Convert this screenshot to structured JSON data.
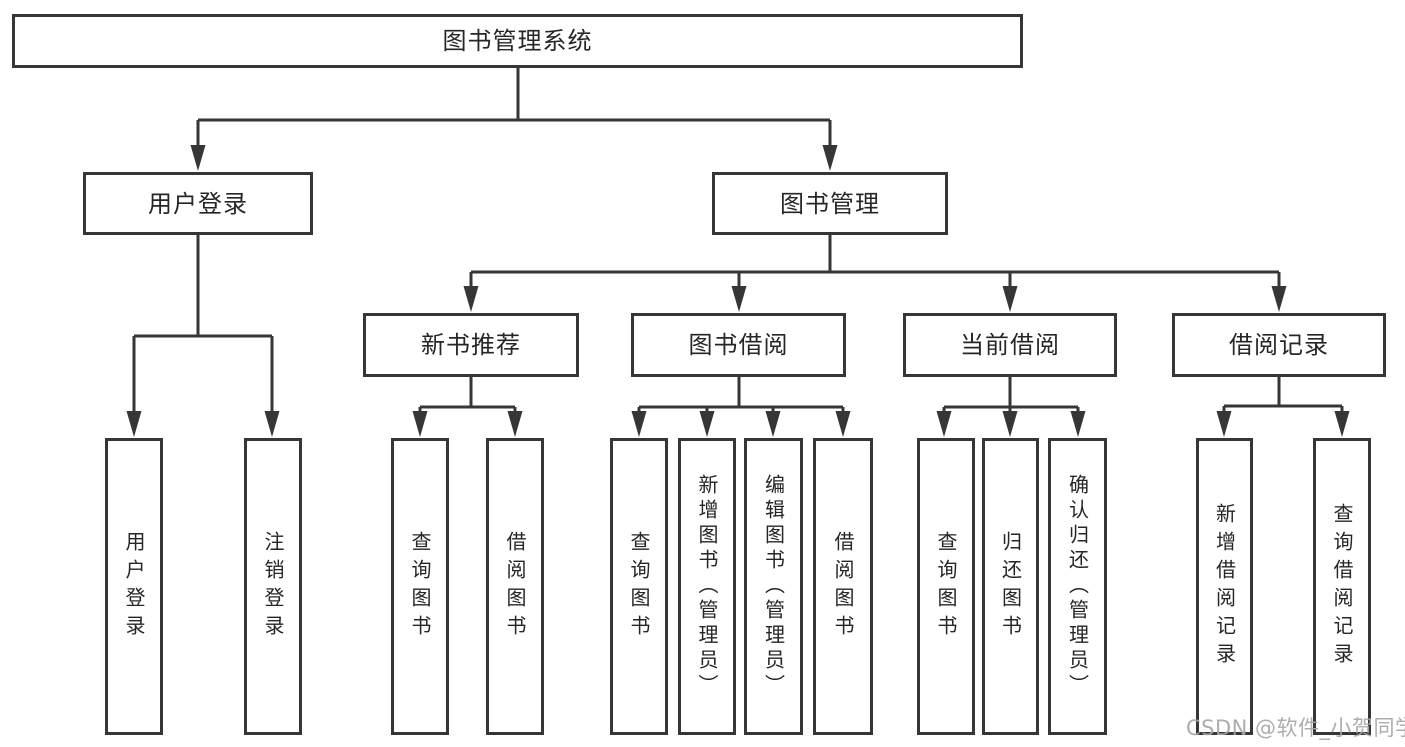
{
  "tree": {
    "label": "图书管理系统",
    "children": [
      {
        "label": "用户登录",
        "children": [
          {
            "label": "用户登录"
          },
          {
            "label": "注销登录"
          }
        ]
      },
      {
        "label": "图书管理",
        "children": [
          {
            "label": "新书推荐",
            "children": [
              {
                "label": "查询图书"
              },
              {
                "label": "借阅图书"
              }
            ]
          },
          {
            "label": "图书借阅",
            "children": [
              {
                "label": "查询图书"
              },
              {
                "label": "新增图书（管理员）"
              },
              {
                "label": "编辑图书（管理员）"
              },
              {
                "label": "借阅图书"
              }
            ]
          },
          {
            "label": "当前借阅",
            "children": [
              {
                "label": "查询图书"
              },
              {
                "label": "归还图书"
              },
              {
                "label": "确认归还（管理员）"
              }
            ]
          },
          {
            "label": "借阅记录",
            "children": [
              {
                "label": "新增借阅记录"
              },
              {
                "label": "查询借阅记录"
              }
            ]
          }
        ]
      }
    ]
  },
  "watermark": {
    "text": "CSDN @软件_小贺同学",
    "color": "#a6a6a6"
  },
  "colors": {
    "background": "#ffffff",
    "line": "#363636",
    "box_border": "#363636",
    "text": "#262626"
  }
}
